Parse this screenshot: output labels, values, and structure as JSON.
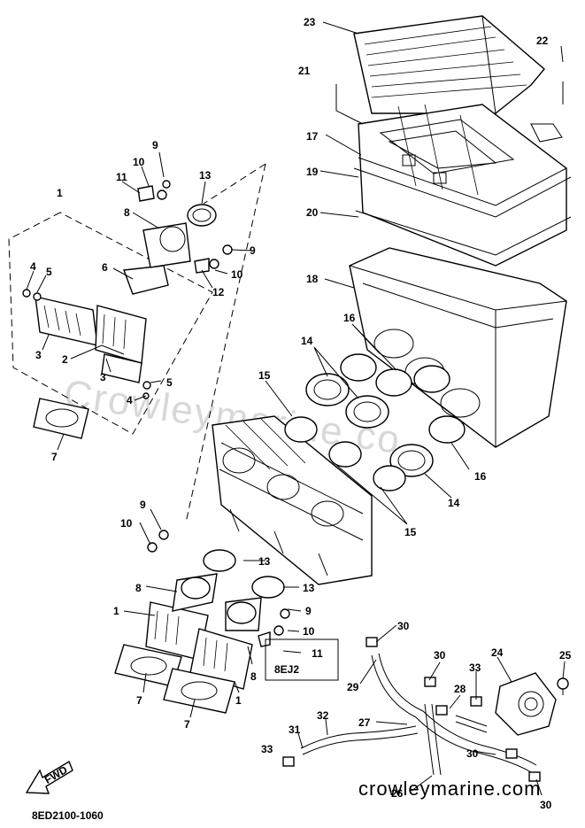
{
  "diagram": {
    "figure_code": "8ED2100-1060",
    "watermark": "crowleymarine.com",
    "ghost_watermark": "Crowleymarine.co",
    "box_label": "8EJ2",
    "fwd_label": "FWD",
    "callouts": [
      {
        "id": "c23",
        "text": "23"
      },
      {
        "id": "c22",
        "text": "22"
      },
      {
        "id": "c21",
        "text": "21"
      },
      {
        "id": "c17",
        "text": "17"
      },
      {
        "id": "c19",
        "text": "19"
      },
      {
        "id": "c20",
        "text": "20"
      },
      {
        "id": "c18",
        "text": "18"
      },
      {
        "id": "c16a",
        "text": "16"
      },
      {
        "id": "c16b",
        "text": "16"
      },
      {
        "id": "c14a",
        "text": "14"
      },
      {
        "id": "c14b",
        "text": "14"
      },
      {
        "id": "c15a",
        "text": "15"
      },
      {
        "id": "c15b",
        "text": "15"
      },
      {
        "id": "c9a",
        "text": "9"
      },
      {
        "id": "c10a",
        "text": "10"
      },
      {
        "id": "c11a",
        "text": "11"
      },
      {
        "id": "c13a",
        "text": "13"
      },
      {
        "id": "c8a",
        "text": "8"
      },
      {
        "id": "c9b",
        "text": "9"
      },
      {
        "id": "c10b",
        "text": "10"
      },
      {
        "id": "c12",
        "text": "12"
      },
      {
        "id": "c1a",
        "text": "1"
      },
      {
        "id": "c4a",
        "text": "4"
      },
      {
        "id": "c5a",
        "text": "5"
      },
      {
        "id": "c6",
        "text": "6"
      },
      {
        "id": "c2",
        "text": "2"
      },
      {
        "id": "c3a",
        "text": "3"
      },
      {
        "id": "c3b",
        "text": "3"
      },
      {
        "id": "c5b",
        "text": "5"
      },
      {
        "id": "c4b",
        "text": "4"
      },
      {
        "id": "c7a",
        "text": "7"
      },
      {
        "id": "c9c",
        "text": "9"
      },
      {
        "id": "c10c",
        "text": "10"
      },
      {
        "id": "c13b",
        "text": "13"
      },
      {
        "id": "c13c",
        "text": "13"
      },
      {
        "id": "c8b",
        "text": "8"
      },
      {
        "id": "c1b",
        "text": "1"
      },
      {
        "id": "c9d",
        "text": "9"
      },
      {
        "id": "c10d",
        "text": "10"
      },
      {
        "id": "c11b",
        "text": "11"
      },
      {
        "id": "c8c",
        "text": "8"
      },
      {
        "id": "c7b",
        "text": "7"
      },
      {
        "id": "c7c",
        "text": "7"
      },
      {
        "id": "c1c",
        "text": "1"
      },
      {
        "id": "c30a",
        "text": "30"
      },
      {
        "id": "c30b",
        "text": "30"
      },
      {
        "id": "c30c",
        "text": "30"
      },
      {
        "id": "c30d",
        "text": "30"
      },
      {
        "id": "c29",
        "text": "29"
      },
      {
        "id": "c28",
        "text": "28"
      },
      {
        "id": "c33a",
        "text": "33"
      },
      {
        "id": "c33b",
        "text": "33"
      },
      {
        "id": "c24",
        "text": "24"
      },
      {
        "id": "c25",
        "text": "25"
      },
      {
        "id": "c27",
        "text": "27"
      },
      {
        "id": "c32",
        "text": "32"
      },
      {
        "id": "c31",
        "text": "31"
      },
      {
        "id": "c26",
        "text": "26"
      }
    ]
  }
}
